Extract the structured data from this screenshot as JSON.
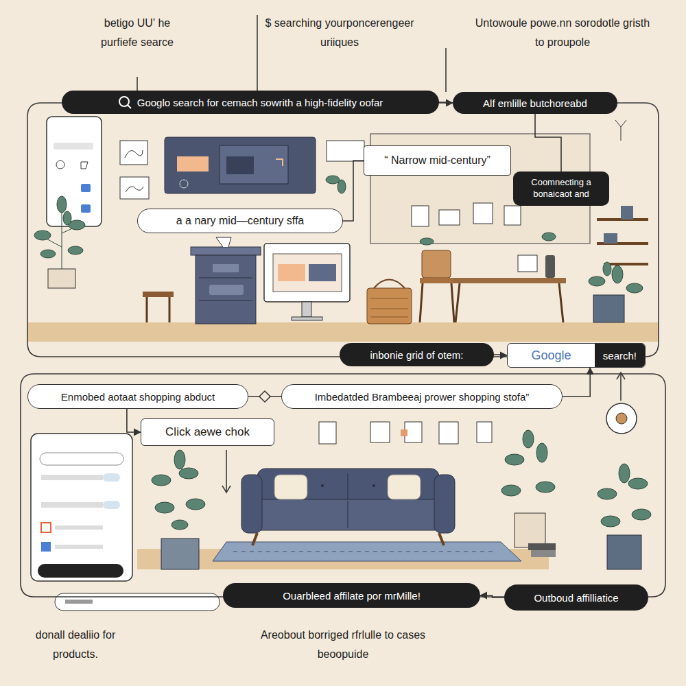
{
  "diagram": {
    "nodes": [
      {
        "text": [
          "Googlo search for cemach sowrith a high-fidelity oofar"
        ]
      },
      {
        "text": [
          "Alf emlille butchoreabd"
        ]
      },
      {
        "text": [
          "“ Narrow mid-century”"
        ]
      },
      {
        "text": [
          "Coomnecting a bonaicaot and"
        ]
      },
      {
        "text": [
          "a a nary mid—century sffa"
        ]
      },
      {
        "text": [
          "inbonie grid of otem:"
        ]
      },
      {
        "text": [
          "Google",
          "search!"
        ]
      },
      {
        "text": [
          "Enmobed aotaat shopping abduct"
        ]
      },
      {
        "text": [
          "Imbedatded Brambeeaj prower shopping stofa”"
        ]
      },
      {
        "text": [
          "Click aewe chok"
        ]
      },
      {
        "text": [
          "Ouarbleed affilate por mrMille!"
        ]
      },
      {
        "text": [
          "Outboud affilliatice"
        ]
      }
    ],
    "edges": [
      {
        "from": 0,
        "to": 1,
        "arrow": "to"
      },
      {
        "from": 1,
        "to": 3,
        "arrow": "none"
      },
      {
        "from": 2,
        "to": 4,
        "arrow": "none"
      },
      {
        "from": 5,
        "to": 6,
        "arrow": "to"
      },
      {
        "from": 7,
        "to": 8,
        "arrow": "none"
      },
      {
        "from": 7,
        "to": 9,
        "arrow": "to"
      },
      {
        "from": 8,
        "to": 6,
        "arrow": "to"
      },
      {
        "from": 11,
        "to": 10,
        "arrow": "to"
      }
    ],
    "labels": [
      "betigo UU' he purfiefe searce",
      "$ searching yourponcerengeer uriiques",
      "Untowoule powe.nn sorodotle gristh to proupole",
      "donall dealiio for products.",
      "Areobout borriged rfrlulle to cases beoopuide"
    ]
  }
}
